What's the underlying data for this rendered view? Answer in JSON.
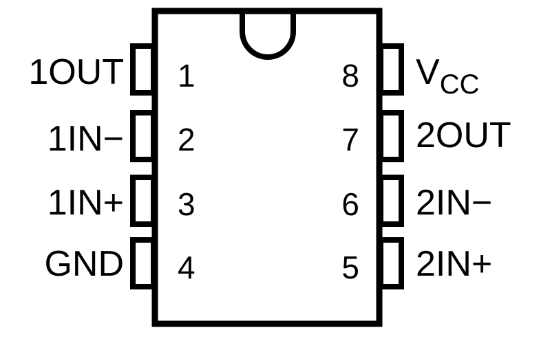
{
  "chip": {
    "left_pins": [
      {
        "number": "1",
        "name": "1OUT"
      },
      {
        "number": "2",
        "name": "1IN−"
      },
      {
        "number": "3",
        "name": "1IN+"
      },
      {
        "number": "4",
        "name": "GND"
      }
    ],
    "right_pins": [
      {
        "number": "8",
        "name": "V",
        "subscript": "CC"
      },
      {
        "number": "7",
        "name": "2OUT"
      },
      {
        "number": "6",
        "name": "2IN−"
      },
      {
        "number": "5",
        "name": "2IN+"
      }
    ]
  }
}
